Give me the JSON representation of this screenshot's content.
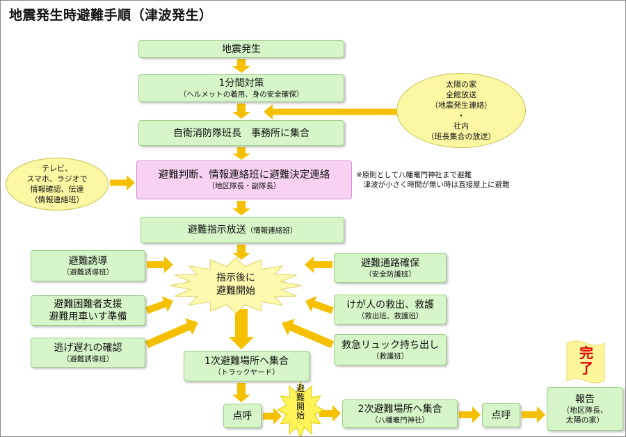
{
  "title": "地震発生時避難手順（津波発生）",
  "steps": {
    "earthquake": "地震発生",
    "one_minute": {
      "main": "1分間対策",
      "sub": "（ヘルメットの着用、身の安全確保）"
    },
    "gather": "自衛消防隊班長　事務所に集合",
    "decision": {
      "main": "避難判断、情報連絡班に避難決定連絡",
      "sub": "（地区隊長・副隊長）"
    },
    "broadcast": {
      "main": "避難指示放送",
      "sub": "（情報連絡班）"
    },
    "guidance": {
      "main": "避難誘導",
      "sub": "（避難誘導班）"
    },
    "support": {
      "line1": "避難困難者支援",
      "line2": "避難用車いす準備"
    },
    "stragglers": {
      "main": "逃げ遅れの確認",
      "sub": "（避難誘導班）"
    },
    "route": {
      "main": "避難通路確保",
      "sub": "（安全防護班）"
    },
    "rescue": {
      "main": "けが人の救出、救護",
      "sub": "（救出班、救護班）"
    },
    "first_aid": {
      "main": "救急リュック持ち出し",
      "sub": "（救護班）"
    },
    "first_site": {
      "main": "1次避難場所へ集合",
      "sub": "（トラックヤード）"
    },
    "rollcall1": "点呼",
    "second_site": {
      "main": "2次避難場所へ集合",
      "sub": "（八幡竈門神社）"
    },
    "rollcall2": "点呼",
    "report": {
      "main": "報告",
      "sub1": "（地区隊長、",
      "sub2": "太陽の家）"
    }
  },
  "ellipses": {
    "taiyo": [
      "太陽の家",
      "全館放送",
      "（地震発生連絡）",
      "・",
      "社内",
      "（班長集合の放送）"
    ],
    "tv": [
      "テレビ、",
      "スマホ、ラジオで",
      "情報確認、伝達",
      "（情報連絡班）"
    ]
  },
  "note": "※原則として八幡竈門神社まで避難\n　津波が小さく時間が無い時は直接屋上に避難",
  "starburst": {
    "line1": "指示後に",
    "line2": "避難開始"
  },
  "starburst2": "避難開始",
  "done": "完了",
  "colors": {
    "box_fill": "#d6f5c9",
    "arrow": "#f5c000",
    "ellipse_fill": "#fbf7a3",
    "pink_box": "#f9d2f3",
    "done_red": "#e00000"
  }
}
